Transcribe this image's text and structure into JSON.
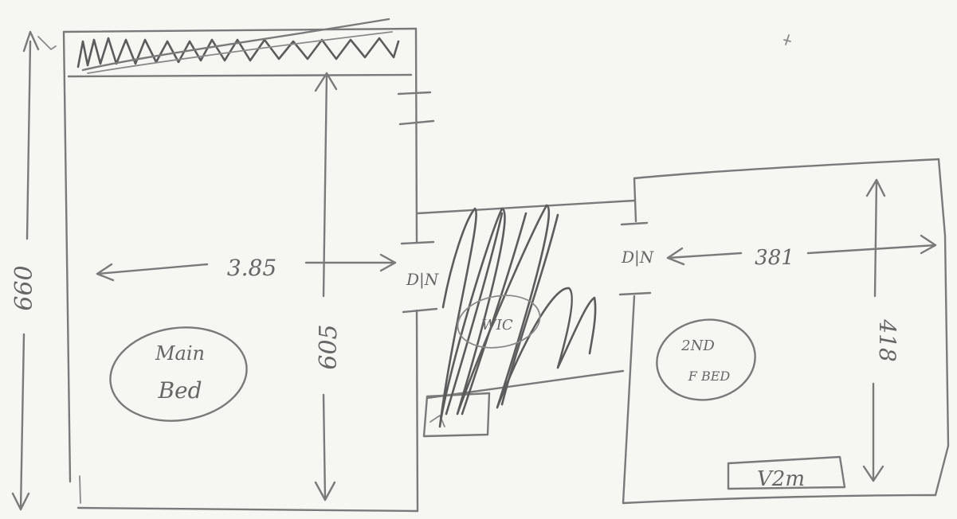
{
  "labels": {
    "overall_height": "660",
    "main_width": "3.85",
    "main_height": "605",
    "main_room": [
      "Main",
      "Bed"
    ],
    "door_main": "D|N",
    "wic": "WIC",
    "door_second": "D|N",
    "second_width": "381",
    "second_height": "418",
    "second_room": [
      "2ND",
      "F BED"
    ],
    "vanity": "V2m"
  },
  "colors": {
    "paper": "#f6f6f3",
    "pencil": "#7a7a7a"
  }
}
